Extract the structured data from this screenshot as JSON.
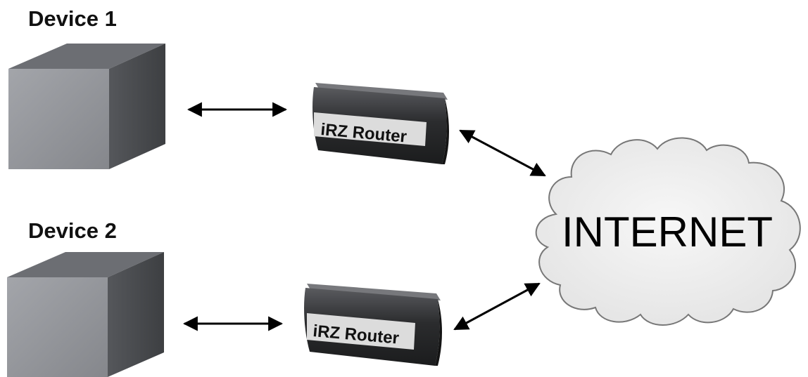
{
  "devices": [
    {
      "label": "Device 1"
    },
    {
      "label": "Device 2"
    }
  ],
  "routers": [
    {
      "label": "iRZ Router"
    },
    {
      "label": "iRZ Router"
    }
  ],
  "cloud": {
    "label": "INTERNET"
  },
  "colors": {
    "cube_front": "#8f9196",
    "cube_top": "#6c6e73",
    "cube_side": "#47494d",
    "router_body": "#2f3033",
    "router_plate": "#dcdcdc",
    "cloud_fill": "#eeeeee",
    "cloud_stroke": "#777777",
    "arrow": "#000000"
  }
}
